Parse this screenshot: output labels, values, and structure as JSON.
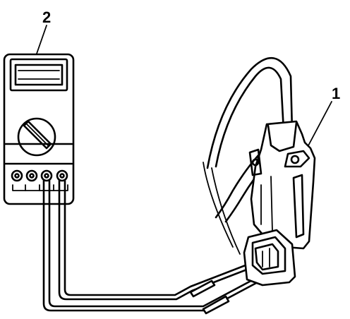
{
  "callouts": [
    {
      "id": "2",
      "label": "2"
    },
    {
      "id": "1",
      "label": "1"
    }
  ],
  "colors": {
    "ink": "#000000",
    "paper": "#ffffff"
  },
  "components": {
    "multimeter": {
      "callout": "2",
      "jacks": 4
    },
    "sensor": {
      "callout": "1"
    }
  }
}
